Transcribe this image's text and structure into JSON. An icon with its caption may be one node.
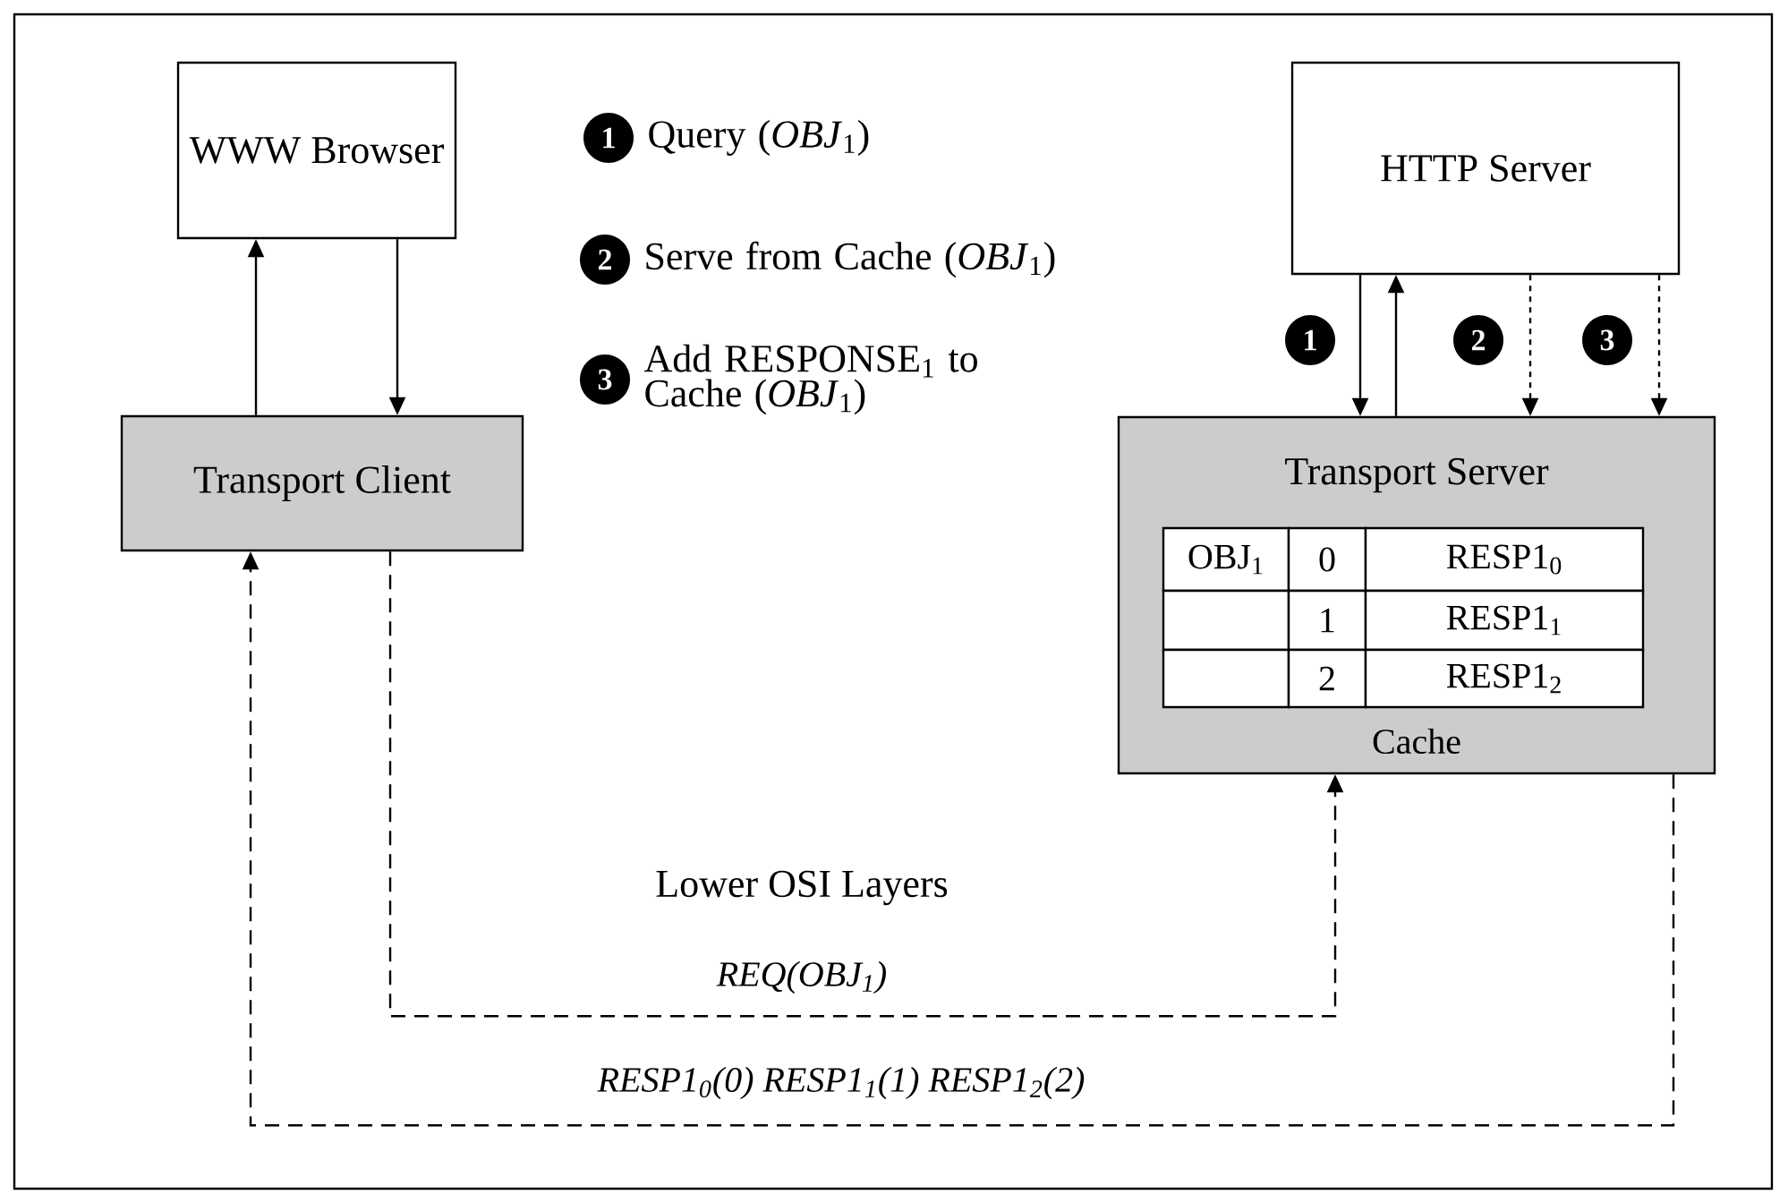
{
  "diagram": {
    "nodes": [
      {
        "text": [
          "WWW Browser"
        ]
      },
      {
        "text": [
          "1"
        ],
        "beside": [
          "Query (*OBJ*$_{1}$)"
        ]
      },
      {
        "text": [
          "HTTP Server"
        ]
      },
      {
        "text": [
          "2"
        ],
        "beside": [
          "Serve from Cache (*OBJ*$_{1}$)"
        ]
      },
      {
        "text": [
          "3"
        ],
        "beside": [
          "Add RESPONSE$_{1}$ to Cache (*OBJ*$_{1}$)"
        ]
      },
      {
        "text": [
          "Transport Client"
        ]
      },
      {
        "text": [
          "Transport Server",
          "Cache"
        ]
      },
      {
        "text": [
          "1"
        ]
      },
      {
        "text": [
          "2"
        ]
      },
      {
        "text": [
          "3"
        ]
      }
    ],
    "edges": [
      {
        "from": 5,
        "to": 0,
        "arrow": "to"
      },
      {
        "from": 0,
        "to": 5,
        "arrow": "to"
      },
      {
        "from": 2,
        "to": 6,
        "arrow": "to"
      },
      {
        "from": 6,
        "to": 2,
        "arrow": "to"
      },
      {
        "from": 2,
        "to": 6,
        "arrow": "to",
        "style": "dashed"
      },
      {
        "from": 2,
        "to": 6,
        "arrow": "to",
        "style": "dashed"
      },
      {
        "from": 5,
        "to": 6,
        "arrow": "to",
        "style": "dashed",
        "label": "REQ(OBJ$_{1}$)"
      },
      {
        "from": 6,
        "to": 5,
        "arrow": "to",
        "style": "dashed",
        "label": "RESP1$_{0}$(0)   RESP1$_{1}$(1)   RESP1$_{2}$(2)"
      }
    ],
    "labels": [
      "Lower OSI Layers",
      "OBJ$_{1}$",
      "0",
      "RESP1$_{0}$",
      "1",
      "RESP1$_{1}$",
      "2",
      "RESP1$_{2}$"
    ]
  }
}
